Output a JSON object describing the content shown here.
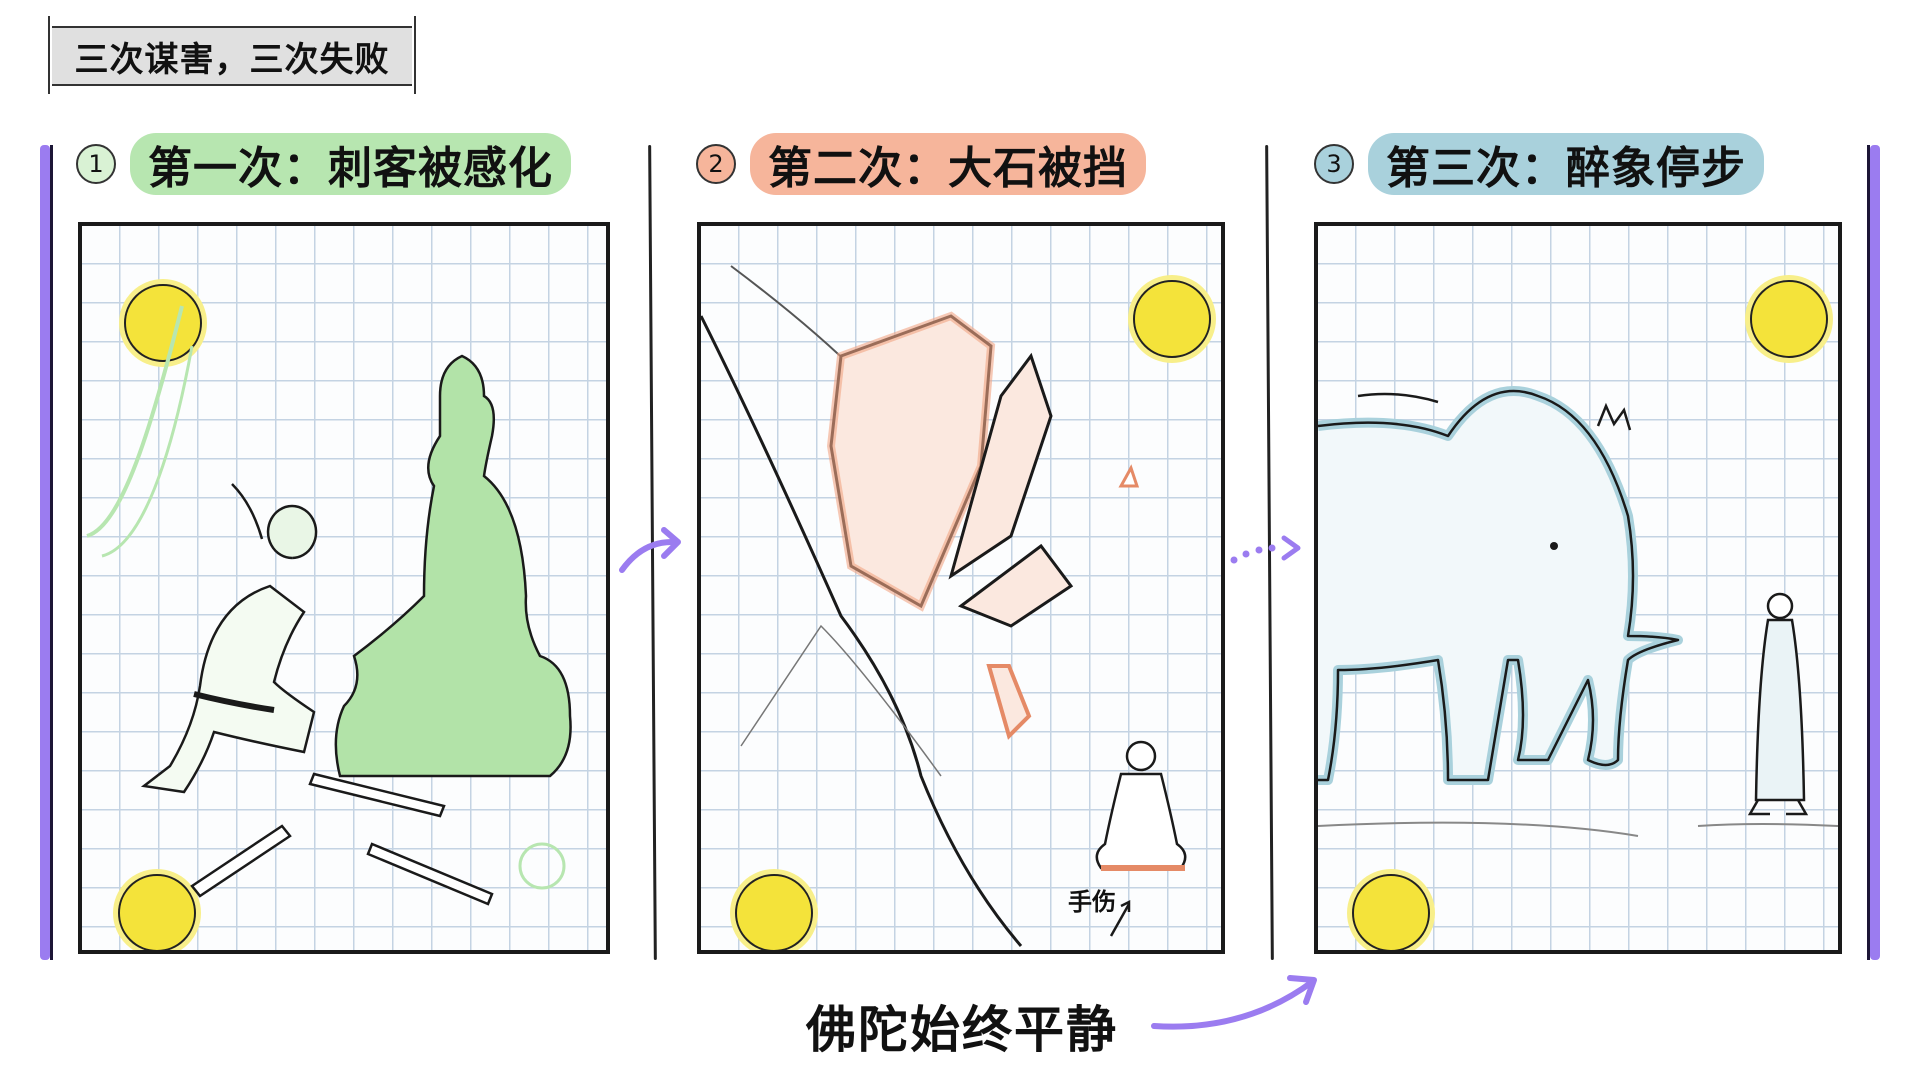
{
  "title": "三次谋害，三次失败",
  "colors": {
    "accent_purple": "#9b7cf0",
    "panel1": "#b7e6b0",
    "panel2": "#f6b59b",
    "panel3": "#a9d1dc",
    "face_yellow": "#f4e33a",
    "grid_line": "#c4d3e3"
  },
  "panels": [
    {
      "number": "1",
      "heading": "第一次：刺客被感化",
      "scene": "kneeling-assassin-before-buddha-statue",
      "icons": [
        "serene-face-icon",
        "serene-face-icon",
        "dropped-swords-icon",
        "buddha-silhouette-icon"
      ]
    },
    {
      "number": "2",
      "heading": "第二次：大石被挡",
      "scene": "falling-boulder-blocked-above-seated-buddha",
      "annotation": "手伤",
      "icons": [
        "serene-face-icon",
        "serene-face-icon",
        "boulder-icon",
        "seated-buddha-icon"
      ]
    },
    {
      "number": "3",
      "heading": "第三次：醉象停步",
      "scene": "elephant-stops-before-standing-monk",
      "icons": [
        "serene-face-icon",
        "serene-face-icon",
        "elephant-icon",
        "standing-monk-icon"
      ]
    }
  ],
  "caption": "佛陀始终平静"
}
